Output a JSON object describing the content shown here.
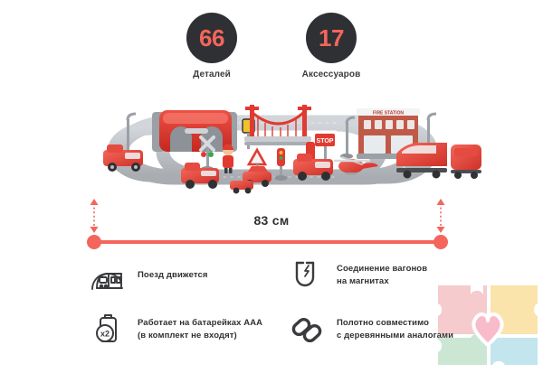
{
  "badges": [
    {
      "number": "66",
      "label": "Деталей",
      "icon": "count-badge-icon"
    },
    {
      "number": "17",
      "label": "Аксессуаров",
      "icon": "count-badge-icon"
    }
  ],
  "dimension": {
    "label": "83 см",
    "left_marker": "dimension-arrow-left",
    "right_marker": "dimension-arrow-right"
  },
  "features": [
    {
      "icon": "train-tunnel-icon",
      "line1": "Поезд движется",
      "line2": ""
    },
    {
      "icon": "magnet-icon",
      "line1": "Соединение вагонов",
      "line2": "на магнитах"
    },
    {
      "icon": "battery-x2-icon",
      "line1": "Работает на батарейках AAA",
      "line2": "(в комплект не входят)"
    },
    {
      "icon": "chain-link-icon",
      "line1": "Полотно совместимо",
      "line2": "с деревянными аналогами"
    }
  ],
  "scene": {
    "name": "fire-rescue-train-set-photo",
    "station_sign_text": "FIRE STATION",
    "stop_sign_text": "STOP"
  },
  "colors": {
    "accent": "#f4655c",
    "dark": "#2f3033",
    "badge_bg": "#2f3033",
    "track_gray": "#b9bcc0",
    "toy_red": "#e03a31",
    "watermark_pink": "#f6c9cb",
    "watermark_yellow": "#fae3a8",
    "watermark_green": "#c9e6d2",
    "watermark_blue": "#bfe4ee",
    "watermark_heart": "#f7b8c8"
  }
}
